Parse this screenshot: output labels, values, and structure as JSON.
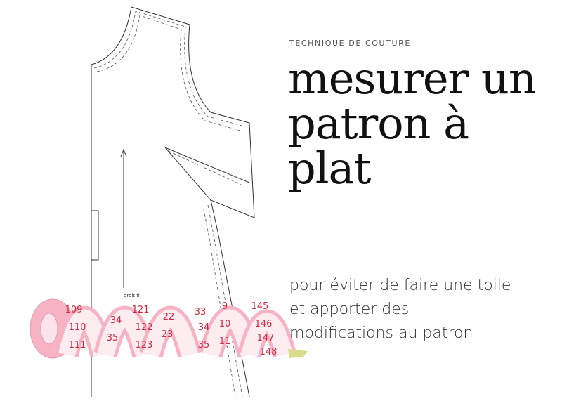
{
  "kicker": "TECHNIQUE DE COUTURE",
  "title": {
    "line1": "mesurer un",
    "line2": "patron à plat"
  },
  "subtitle": {
    "line1": "pour éviter de faire une toile",
    "line2": "et apporter des",
    "line3": "modifications au patron"
  },
  "pattern": {
    "grain_label": "droit fil"
  },
  "tape": {
    "numbers": [
      "109",
      "110",
      "111",
      "34",
      "35",
      "121",
      "122",
      "123",
      "22",
      "23",
      "33",
      "34",
      "35",
      "9",
      "10",
      "11",
      "145",
      "146",
      "147",
      "148"
    ]
  },
  "colors": {
    "tape": "#f6b3c4",
    "tape_numbers": "#d8283f",
    "text": "#111111"
  }
}
